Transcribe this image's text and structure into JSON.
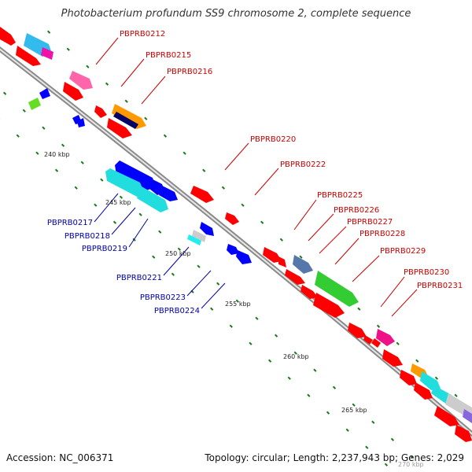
{
  "title": "Photobacterium profundum SS9 chromosome 2, complete sequence",
  "footer": {
    "accession": "Accession: NC_006371",
    "topology": "Topology: circular; Length: 2,237,943 bp; Genes: 2,029"
  },
  "scale_labels": [
    "240 kbp",
    "245 kbp",
    "250 kbp",
    "255 kbp",
    "260 kbp",
    "265 kbp",
    "270 kbp"
  ],
  "gene_labels_forward": [
    "PBPRB0212",
    "PBPRB0215",
    "PBPRB0216",
    "PBPRB0220",
    "PBPRB0222",
    "PBPRB0225",
    "PBPRB0226",
    "PBPRB0227",
    "PBPRB0228",
    "PBPRB0229",
    "PBPRB0230",
    "PBPRB0231"
  ],
  "gene_labels_reverse": [
    "PBPRB0217",
    "PBPRB0218",
    "PBPRB0219",
    "PBPRB0221",
    "PBPRB0223",
    "PBPRB0224"
  ],
  "colors": {
    "backbone": "#9a9a9a",
    "forward_label": "#cc0000",
    "reverse_label": "#0000aa",
    "tick": "#1a7a1a",
    "gene_red": "#ff0000",
    "gene_blue": "#0000ff",
    "gene_cyan": "#22dddd",
    "gene_orange": "#ff9900",
    "gene_green": "#33cc33",
    "gene_steelblue": "#5577aa",
    "gene_magenta": "#ee1188",
    "gene_grey": "#cccccc"
  }
}
